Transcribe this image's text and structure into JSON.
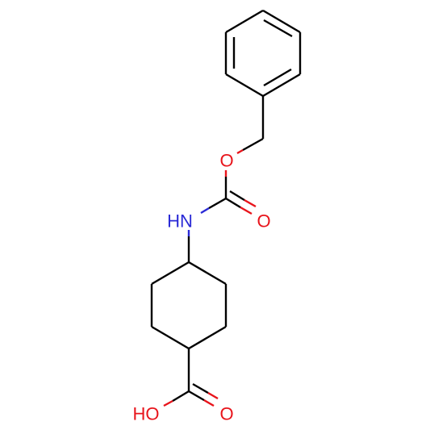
{
  "structure": {
    "atoms": {
      "ester_oxygen": {
        "label": "O",
        "color": "#e8141b"
      },
      "amide_nitrogen": {
        "label": "HN",
        "color": "#2a2ad6"
      },
      "carbamate_carbonyl_oxygen": {
        "label": "O",
        "color": "#e8141b"
      },
      "acid_hydroxyl": {
        "label": "HO",
        "color": "#e8141b"
      },
      "acid_carbonyl_oxygen": {
        "label": "O",
        "color": "#e8141b"
      }
    }
  }
}
